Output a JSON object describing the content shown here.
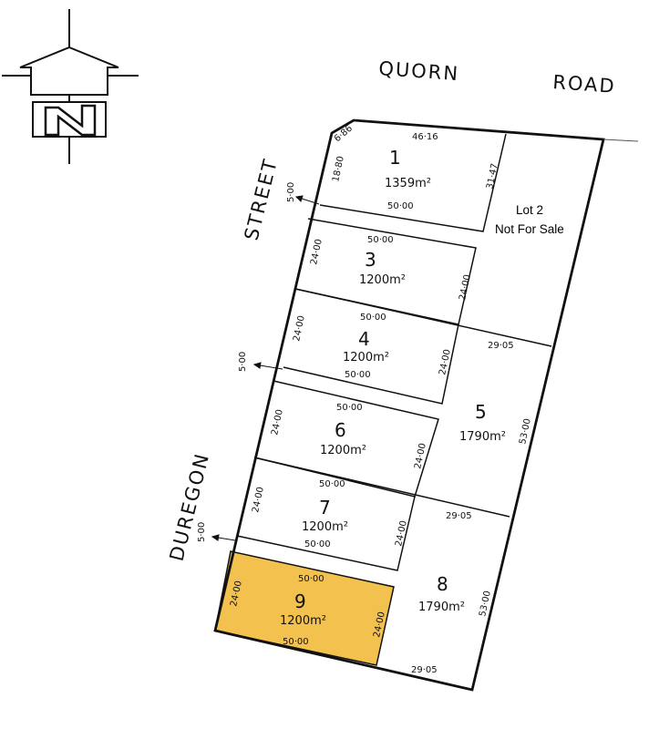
{
  "roads": {
    "quorn_1": "QUORN",
    "quorn_2": "ROAD",
    "street": "STREET",
    "duregon": "DUREGON"
  },
  "lots": {
    "l1": {
      "number": "1",
      "area": "1359m²",
      "top": "46·16",
      "bottom": "50·00",
      "left": "18·80",
      "right": "31·47",
      "corner": "6·86"
    },
    "l2": {
      "line1": "Lot 2",
      "line2": "Not For Sale"
    },
    "l3": {
      "number": "3",
      "area": "1200m²",
      "top": "50·00",
      "left": "24·00",
      "right": "24·00"
    },
    "l4": {
      "number": "4",
      "area": "1200m²",
      "top": "50·00",
      "bottom": "50·00",
      "left": "24·00",
      "right": "24·00"
    },
    "l5": {
      "number": "5",
      "area": "1790m²",
      "top": "29·05",
      "right": "53·00"
    },
    "l6": {
      "number": "6",
      "area": "1200m²",
      "top": "50·00",
      "left": "24·00",
      "right": "24·00"
    },
    "l7": {
      "number": "7",
      "area": "1200m²",
      "top": "50·00",
      "bottom": "50·00",
      "left": "24·00",
      "right": "24·00"
    },
    "l8": {
      "number": "8",
      "area": "1790m²",
      "top": "29·05",
      "right": "53·00",
      "bottom": "29·05"
    },
    "l9": {
      "number": "9",
      "area": "1200m²",
      "top": "50·00",
      "bottom": "50·00",
      "left": "24·00",
      "right": "24·00",
      "highlighted": true
    }
  },
  "easements": {
    "e1": "5·00",
    "e2": "5·00",
    "e3": "5·00"
  },
  "colors": {
    "highlight": "#f2c14e",
    "line": "#111111"
  },
  "icons": {
    "north": "north-arrow-icon"
  }
}
